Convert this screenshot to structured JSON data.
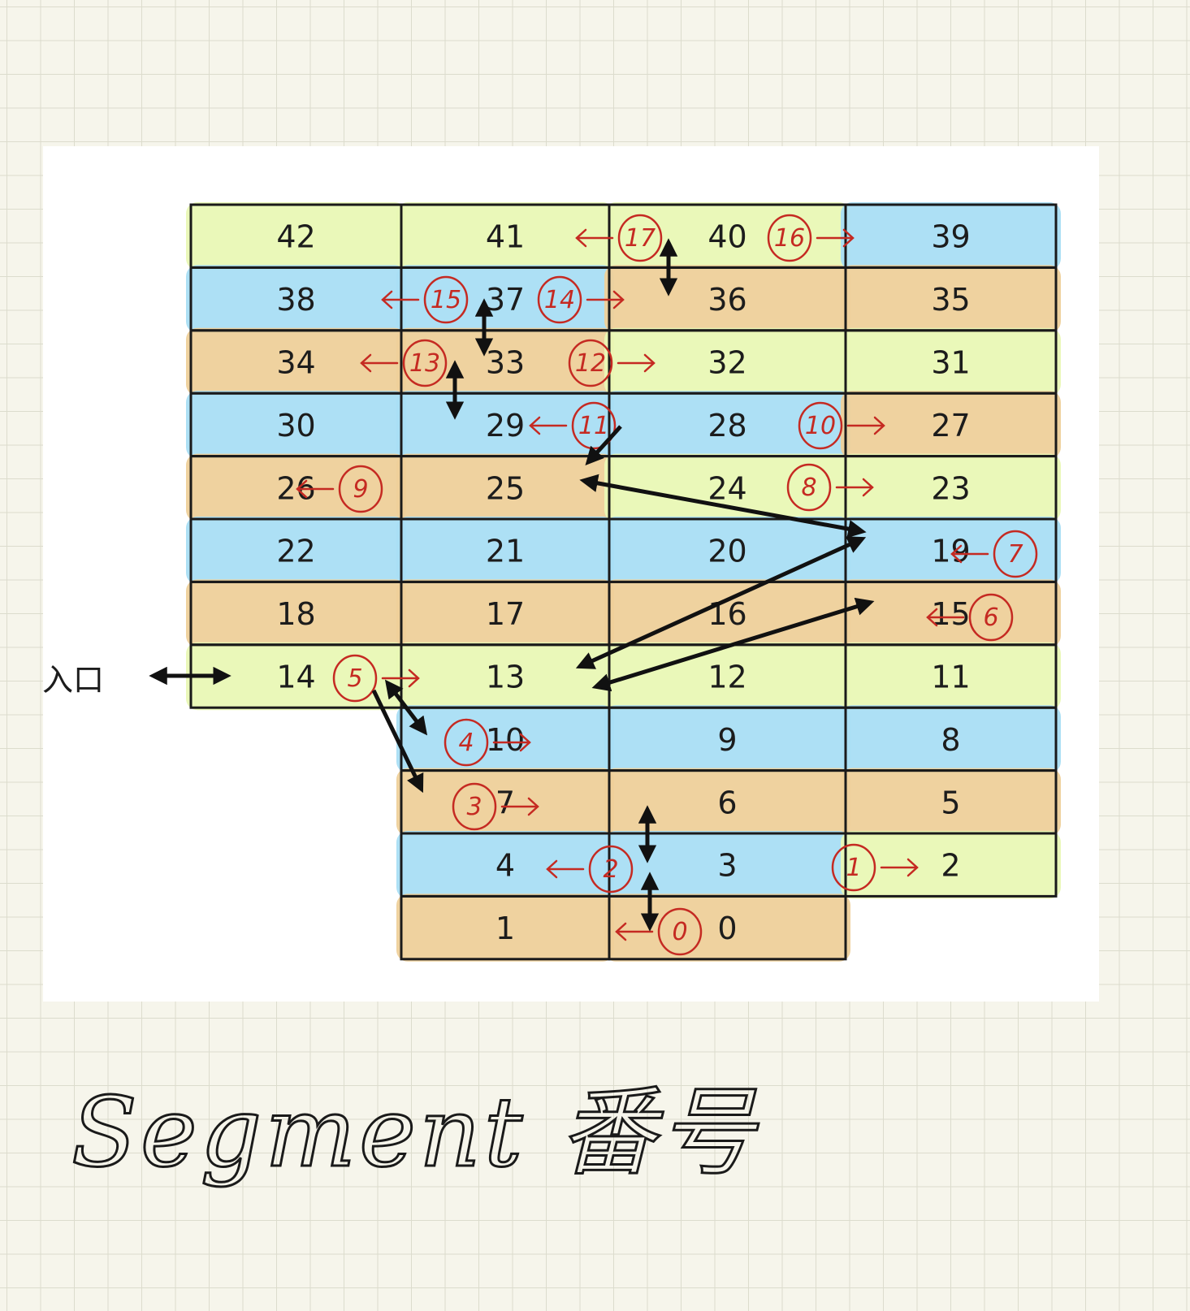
{
  "entrance_label": "入口",
  "caption": "Segment 番号",
  "colors": {
    "yellow": "#e9f8b5",
    "blue": "#a9def4",
    "orange": "#eed09a",
    "grid_line": "#1a1a1a",
    "annotation_red": "#c52a22",
    "arrow_black": "#111111"
  },
  "segments": [
    {
      "label": "42",
      "row": 0,
      "col": 0,
      "color": "yellow"
    },
    {
      "label": "41",
      "row": 0,
      "col": 1,
      "color": "yellow"
    },
    {
      "label": "40",
      "row": 0,
      "col": 2,
      "color": "yellow"
    },
    {
      "label": "39",
      "row": 0,
      "col": 3,
      "color": "blue"
    },
    {
      "label": "38",
      "row": 1,
      "col": 0,
      "color": "blue"
    },
    {
      "label": "37",
      "row": 1,
      "col": 1,
      "color": "blue"
    },
    {
      "label": "36",
      "row": 1,
      "col": 2,
      "color": "orange"
    },
    {
      "label": "35",
      "row": 1,
      "col": 3,
      "color": "orange"
    },
    {
      "label": "34",
      "row": 2,
      "col": 0,
      "color": "orange"
    },
    {
      "label": "33",
      "row": 2,
      "col": 1,
      "color": "orange"
    },
    {
      "label": "32",
      "row": 2,
      "col": 2,
      "color": "yellow"
    },
    {
      "label": "31",
      "row": 2,
      "col": 3,
      "color": "yellow"
    },
    {
      "label": "30",
      "row": 3,
      "col": 0,
      "color": "blue"
    },
    {
      "label": "29",
      "row": 3,
      "col": 1,
      "color": "blue"
    },
    {
      "label": "28",
      "row": 3,
      "col": 2,
      "color": "blue"
    },
    {
      "label": "27",
      "row": 3,
      "col": 3,
      "color": "orange"
    },
    {
      "label": "26",
      "row": 4,
      "col": 0,
      "color": "orange"
    },
    {
      "label": "25",
      "row": 4,
      "col": 1,
      "color": "orange"
    },
    {
      "label": "24",
      "row": 4,
      "col": 2,
      "color": "yellow"
    },
    {
      "label": "23",
      "row": 4,
      "col": 3,
      "color": "yellow"
    },
    {
      "label": "22",
      "row": 5,
      "col": 0,
      "color": "blue"
    },
    {
      "label": "21",
      "row": 5,
      "col": 1,
      "color": "blue"
    },
    {
      "label": "20",
      "row": 5,
      "col": 2,
      "color": "blue"
    },
    {
      "label": "19",
      "row": 5,
      "col": 3,
      "color": "blue"
    },
    {
      "label": "18",
      "row": 6,
      "col": 0,
      "color": "orange"
    },
    {
      "label": "17",
      "row": 6,
      "col": 1,
      "color": "orange"
    },
    {
      "label": "16",
      "row": 6,
      "col": 2,
      "color": "orange"
    },
    {
      "label": "15",
      "row": 6,
      "col": 3,
      "color": "orange"
    },
    {
      "label": "14",
      "row": 7,
      "col": 0,
      "color": "yellow"
    },
    {
      "label": "13",
      "row": 7,
      "col": 1,
      "color": "yellow"
    },
    {
      "label": "12",
      "row": 7,
      "col": 2,
      "color": "yellow"
    },
    {
      "label": "11",
      "row": 7,
      "col": 3,
      "color": "yellow"
    },
    {
      "label": "10",
      "row": 8,
      "col": 1,
      "color": "blue"
    },
    {
      "label": "9",
      "row": 8,
      "col": 2,
      "color": "blue"
    },
    {
      "label": "8",
      "row": 8,
      "col": 3,
      "color": "blue"
    },
    {
      "label": "7",
      "row": 9,
      "col": 1,
      "color": "orange"
    },
    {
      "label": "6",
      "row": 9,
      "col": 2,
      "color": "orange"
    },
    {
      "label": "5",
      "row": 9,
      "col": 3,
      "color": "orange"
    },
    {
      "label": "4",
      "row": 10,
      "col": 1,
      "color": "blue"
    },
    {
      "label": "3",
      "row": 10,
      "col": 2,
      "color": "blue"
    },
    {
      "label": "2",
      "row": 10,
      "col": 3,
      "color": "yellow"
    },
    {
      "label": "1",
      "row": 11,
      "col": 1,
      "color": "orange"
    },
    {
      "label": "0",
      "row": 11,
      "col": 2,
      "color": "orange"
    }
  ],
  "route_steps": [
    {
      "label": "0",
      "dir": "left"
    },
    {
      "label": "1",
      "dir": "right"
    },
    {
      "label": "2",
      "dir": "left"
    },
    {
      "label": "3",
      "dir": "right"
    },
    {
      "label": "4",
      "dir": "right"
    },
    {
      "label": "5",
      "dir": "right"
    },
    {
      "label": "6",
      "dir": "left"
    },
    {
      "label": "7",
      "dir": "left"
    },
    {
      "label": "8",
      "dir": "right"
    },
    {
      "label": "9",
      "dir": "left"
    },
    {
      "label": "10",
      "dir": "right"
    },
    {
      "label": "11",
      "dir": "left"
    },
    {
      "label": "12",
      "dir": "right"
    },
    {
      "label": "13",
      "dir": "left"
    },
    {
      "label": "14",
      "dir": "right"
    },
    {
      "label": "15",
      "dir": "left"
    },
    {
      "label": "16",
      "dir": "right"
    },
    {
      "label": "17",
      "dir": "left"
    }
  ]
}
